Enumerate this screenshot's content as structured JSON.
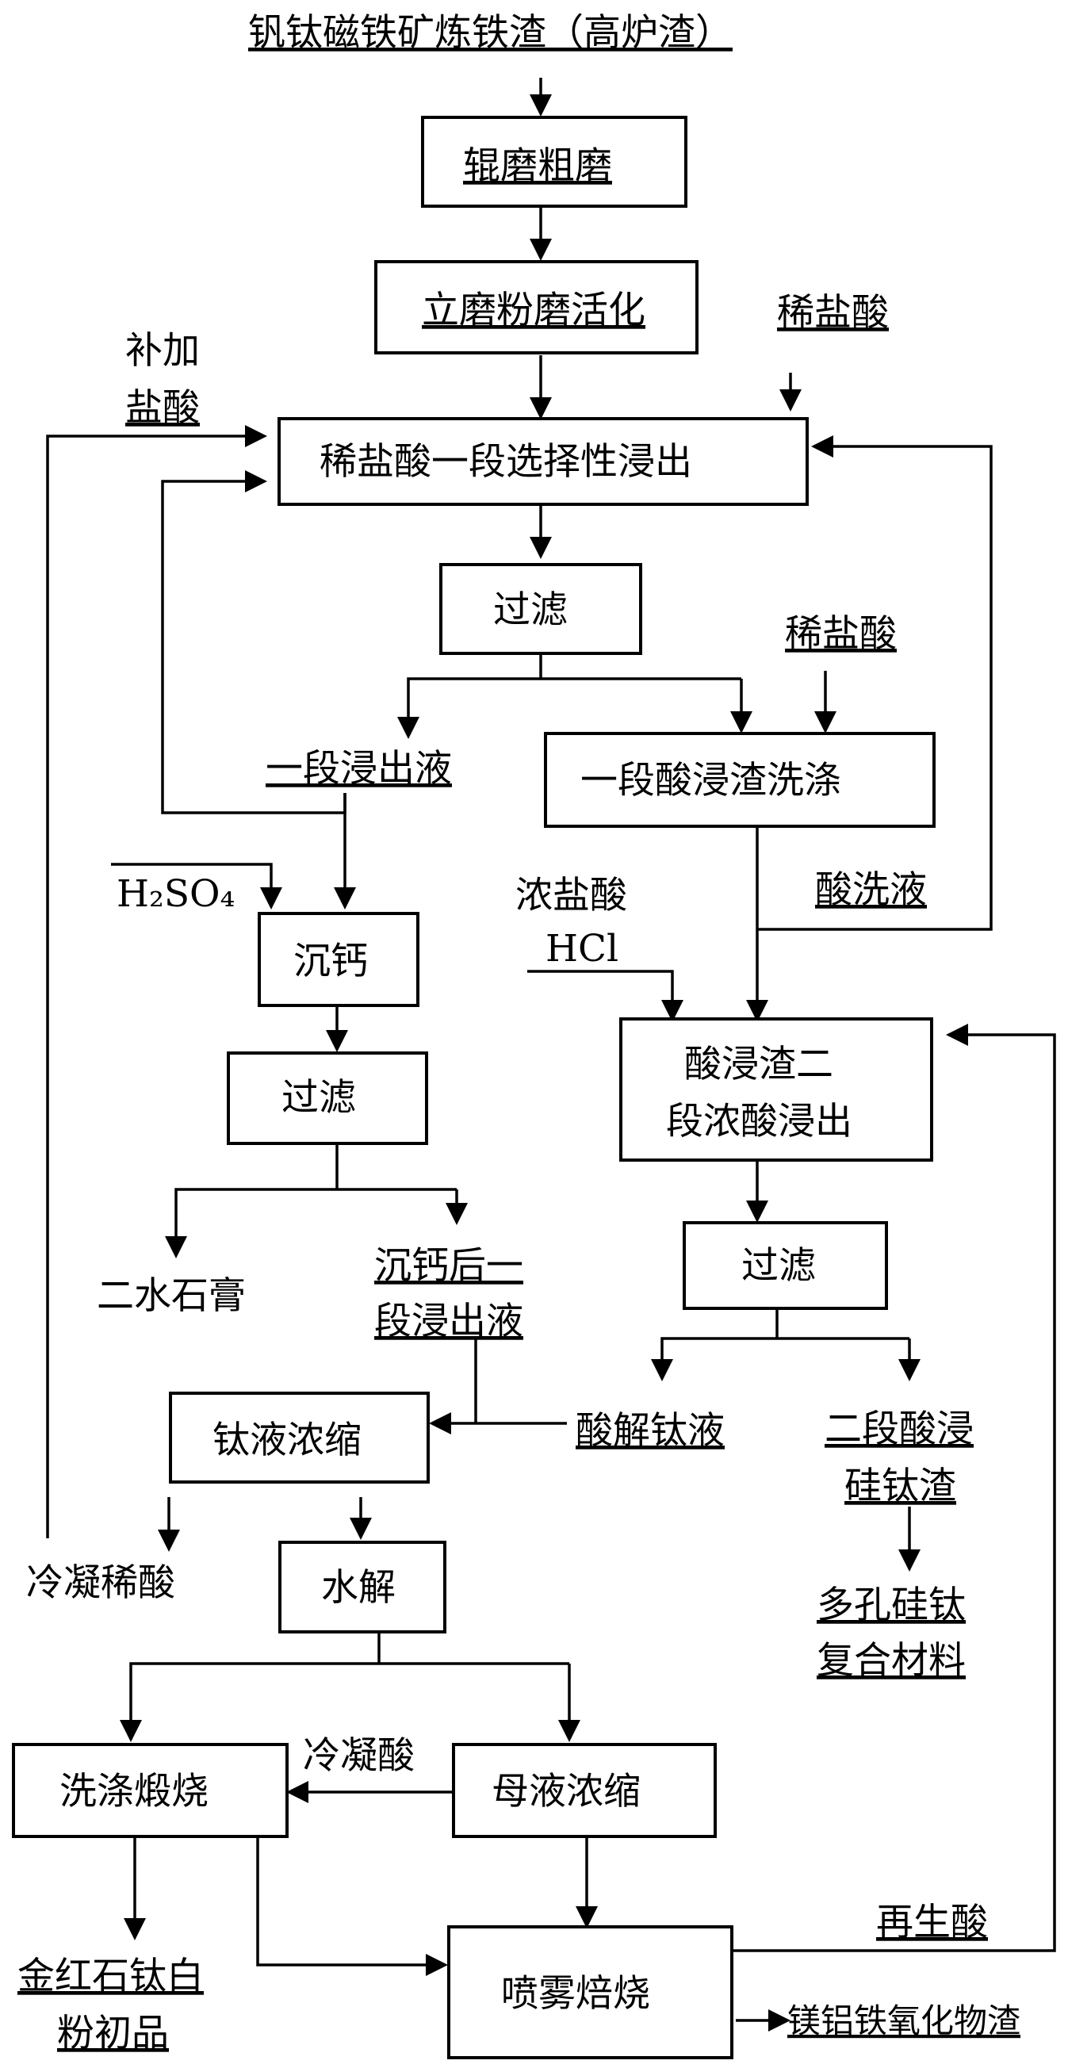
{
  "diagram": {
    "input": "钒钛磁铁矿炼铁渣（高炉渣）",
    "roll_grinding": "辊磨粗磨",
    "vertical_mill": "立磨粉磨活化",
    "dilute_hcl_top": "稀盐酸",
    "add_acid_line1": "补加",
    "add_acid_line2": "盐酸",
    "stage1_leach": "稀盐酸一段选择性浸出",
    "filter1": "过滤",
    "dilute_hcl_wash": "稀盐酸",
    "stage1_leachate": "一段浸出液",
    "residue_wash": "一段酸浸渣洗涤",
    "h2so4": "H₂SO₄",
    "conc_hcl_label": "浓盐酸",
    "hcl": "HCl",
    "acid_wash_liquor": "酸洗液",
    "calcium_precip": "沉钙",
    "stage2_leach_line1": "酸浸渣二",
    "stage2_leach_line2": "段浓酸浸出",
    "filter2": "过滤",
    "filter3": "过滤",
    "gypsum": "二水石膏",
    "post_ca_line1": "沉钙后一",
    "post_ca_line2": "段浸出液",
    "ti_liquor": "酸解钛液",
    "stage2_residue_line1": "二段酸浸",
    "stage2_residue_line2": "硅钛渣",
    "ti_concentration": "钛液浓缩",
    "porous_line1": "多孔硅钛",
    "porous_line2": "复合材料",
    "condensed_dilute_acid": "冷凝稀酸",
    "hydrolysis": "水解",
    "condensed_acid": "冷凝酸",
    "wash_calcine": "洗涤煅烧",
    "mother_liquor_conc": "母液浓缩",
    "regenerated_acid": "再生酸",
    "rutile_line1": "金红石钛白",
    "rutile_line2": "粉初品",
    "spray_roasting": "喷雾焙烧",
    "oxide_residue": "镁铝铁氧化物渣"
  }
}
